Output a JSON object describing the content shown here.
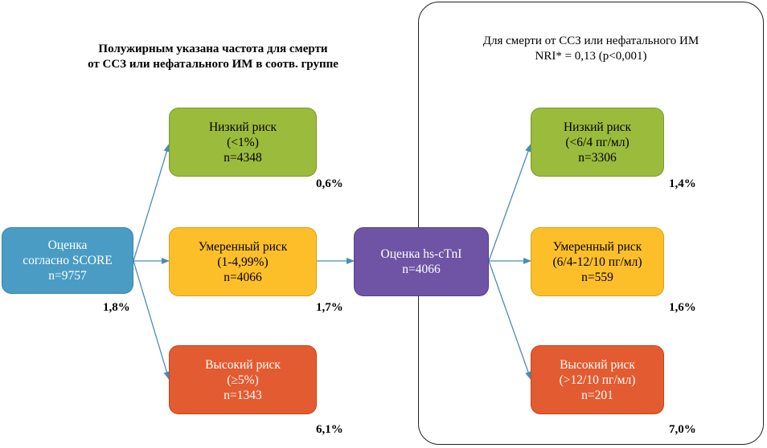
{
  "left_caption": {
    "line1": "Полужирным указана частота для смерти",
    "line2": "от ССЗ или нефатального ИМ в соотв. группе"
  },
  "right_caption": {
    "line1": "Для смерти от ССЗ или нефатального ИМ",
    "line2": "NRI* = 0,13 (p<0,001)"
  },
  "score_node": {
    "line1": "Оценка",
    "line2": "согласно SCORE",
    "line3": "n=9757",
    "pct": "1,8%"
  },
  "score_groups": [
    {
      "line1": "Низкий риск",
      "line2": "(<1%)",
      "line3": "n=4348",
      "pct": "0,6%"
    },
    {
      "line1": "Умеренный риск",
      "line2": "(1-4,99%)",
      "line3": "n=4066",
      "pct": "1,7%"
    },
    {
      "line1": "Высокий риск",
      "line2": "(≥5%)",
      "line3": "n=1343",
      "pct": "6,1%"
    }
  ],
  "troponin_node": {
    "line1": "Оценка hs-cTnI",
    "line2": "n=4066"
  },
  "troponin_groups": [
    {
      "line1": "Низкий риск",
      "line2": "(<6/4 пг/мл)",
      "line3": "n=3306",
      "pct": "1,4%"
    },
    {
      "line1": "Умеренный риск",
      "line2": "(6/4-12/10 пг/мл)",
      "line3": "n=559",
      "pct": "1,6%"
    },
    {
      "line1": "Высокий риск",
      "line2": "(>12/10 пг/мл)",
      "line3": "n=201",
      "pct": "7,0%"
    }
  ],
  "colors": {
    "low": "#9bbb3c",
    "moderate": "#fcbf2a",
    "high": "#e35b30",
    "score": "#4a9cc4",
    "troponin": "#6f54a5",
    "arrow": "#4a8db5"
  }
}
